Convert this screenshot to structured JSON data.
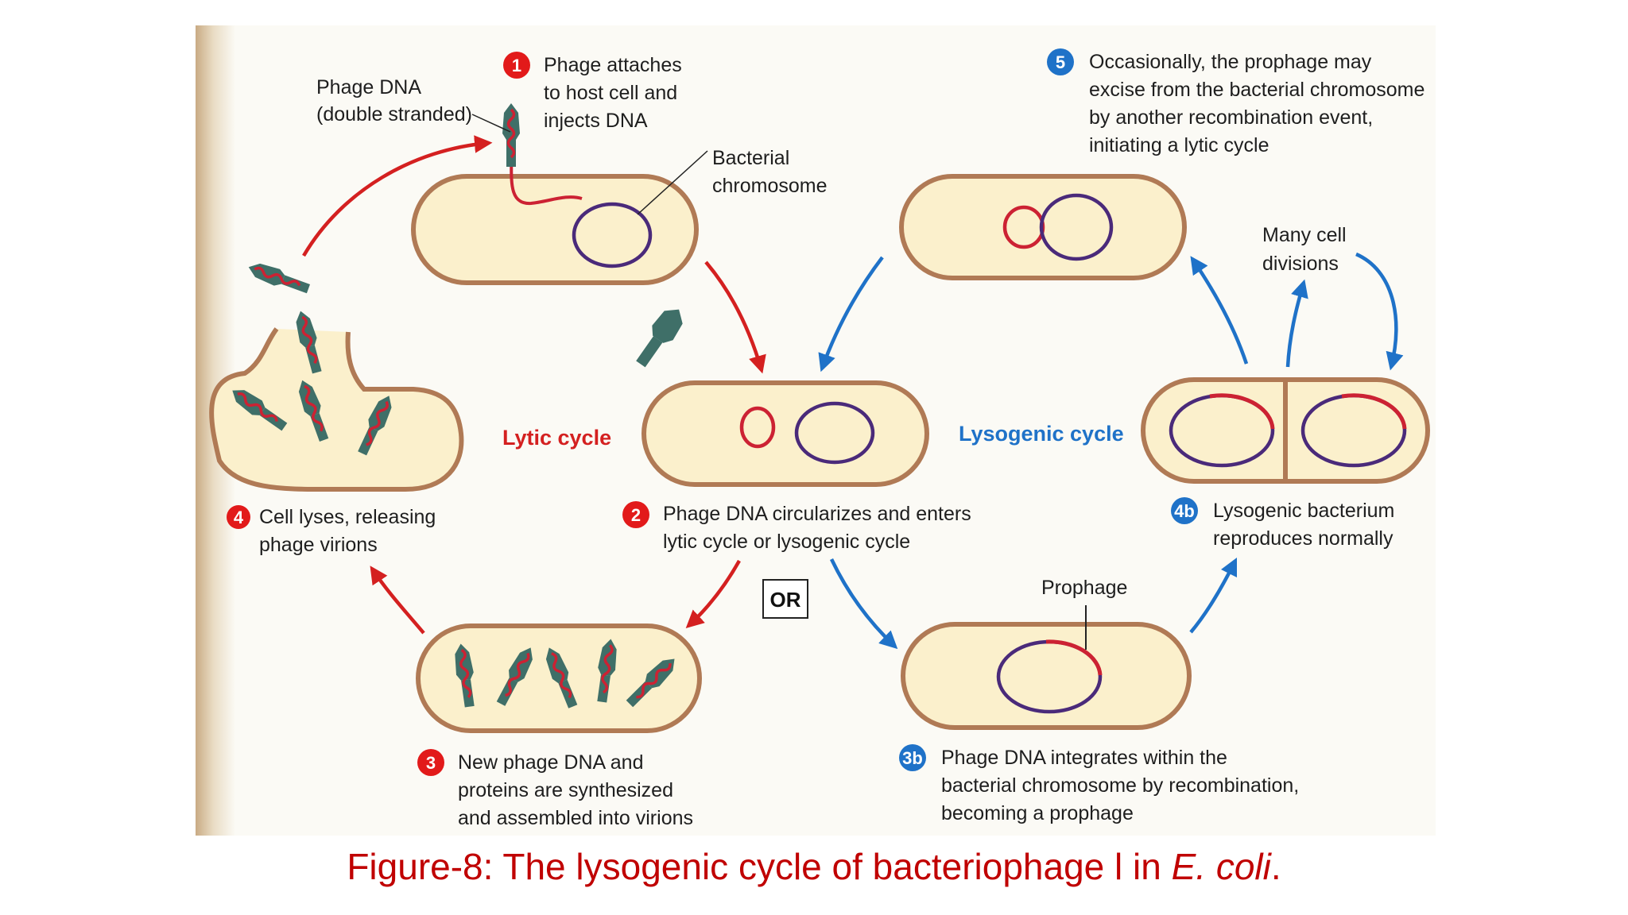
{
  "colors": {
    "page": "#ffffff",
    "panel": "#fbfaf5",
    "cell_fill": "#fbf0cc",
    "cell_border": "#b07a55",
    "phage": "#3f6f68",
    "phage_dna": "#cc2233",
    "chromosome": "#4a2a7a",
    "lytic_arrow": "#d42020",
    "lysogenic_arrow": "#1f72c8",
    "lytic_badge": "#e21a1a",
    "lysogenic_badge": "#1f72c8",
    "caption": "#c00000"
  },
  "labels": {
    "phage_dna": [
      "Phage DNA",
      "(double stranded)"
    ],
    "bacterial_chromosome": [
      "Bacterial",
      "chromosome"
    ],
    "prophage": "Prophage",
    "many_cell_divisions": [
      "Many cell",
      "divisions"
    ],
    "or": "OR"
  },
  "cycles": {
    "lytic": "Lytic cycle",
    "lysogenic": "Lysogenic cycle"
  },
  "steps": [
    {
      "id": "1",
      "badge": "1",
      "lines": [
        "Phage attaches",
        "to host cell and",
        "injects DNA"
      ]
    },
    {
      "id": "2",
      "badge": "2",
      "lines": [
        "Phage DNA circularizes and enters",
        "lytic cycle or lysogenic cycle"
      ]
    },
    {
      "id": "3",
      "badge": "3",
      "lines": [
        "New phage DNA and",
        "proteins are synthesized",
        "and assembled into virions"
      ]
    },
    {
      "id": "4",
      "badge": "4",
      "lines": [
        "Cell lyses, releasing",
        "phage virions"
      ]
    },
    {
      "id": "3b",
      "badge": "3b",
      "lines": [
        "Phage DNA integrates within the",
        "bacterial chromosome by recombination,",
        "becoming a prophage"
      ]
    },
    {
      "id": "4b",
      "badge": "4b",
      "lines": [
        "Lysogenic bacterium",
        "reproduces normally"
      ]
    },
    {
      "id": "5",
      "badge": "5",
      "lines": [
        "Occasionally, the prophage may",
        "excise from the bacterial chromosome",
        "by another recombination event,",
        "initiating a lytic cycle"
      ]
    }
  ],
  "caption": {
    "prefix": "Figure-8: The lysogenic cycle of bacteriophage l in ",
    "italic": "E. coli",
    "suffix": "."
  }
}
